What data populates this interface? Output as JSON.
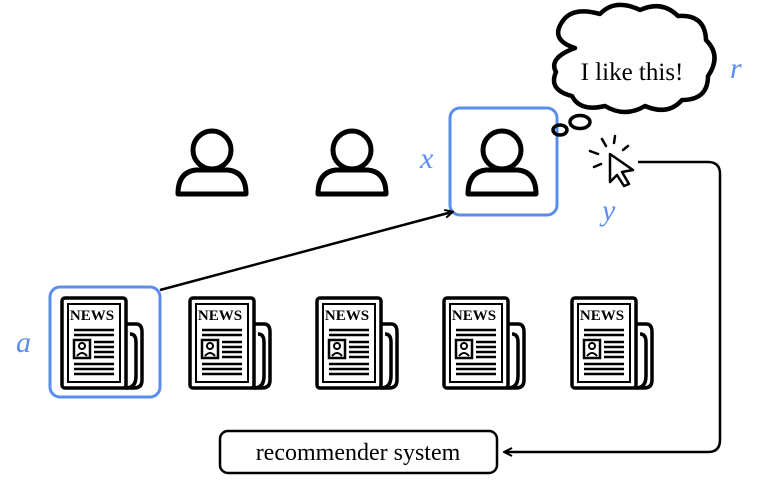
{
  "colors": {
    "highlight": "#5b8def",
    "stroke": "#000000"
  },
  "users": [
    {
      "icon": "user-icon",
      "highlighted": false
    },
    {
      "icon": "user-icon",
      "highlighted": false
    },
    {
      "icon": "user-icon",
      "highlighted": true,
      "label": "x"
    }
  ],
  "thought": {
    "text": "I like this!",
    "label": "r"
  },
  "click": {
    "icon": "cursor-click-icon",
    "label": "y"
  },
  "news": {
    "icon_text": "NEWS",
    "items": [
      {
        "highlighted": true,
        "label": "a"
      },
      {
        "highlighted": false
      },
      {
        "highlighted": false
      },
      {
        "highlighted": false
      },
      {
        "highlighted": false
      }
    ]
  },
  "system": {
    "label": "recommender system"
  }
}
